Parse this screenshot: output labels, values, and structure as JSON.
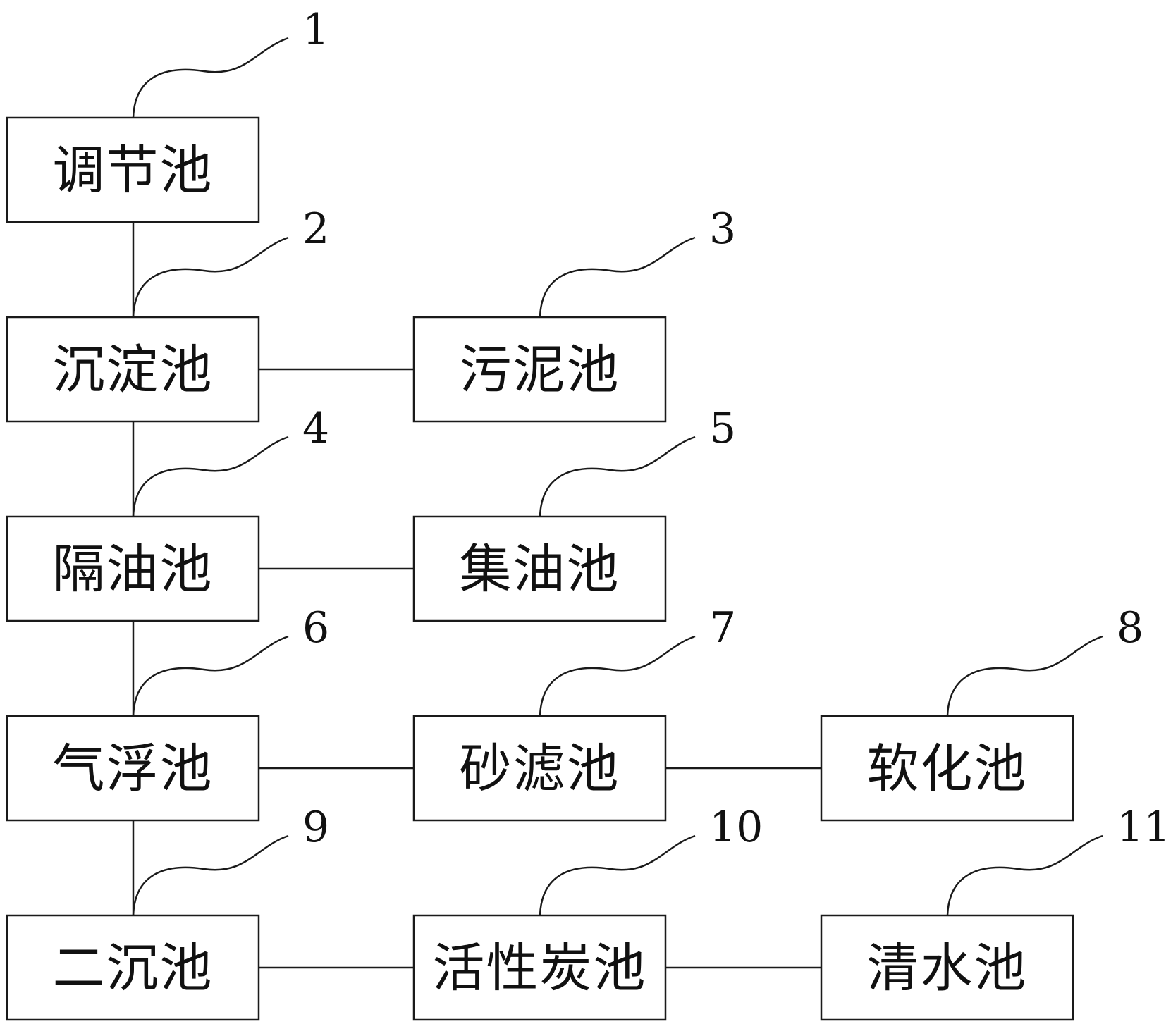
{
  "diagram": {
    "units": [
      {
        "id": 1,
        "number": "1",
        "label": "调节池"
      },
      {
        "id": 2,
        "number": "2",
        "label": "沉淀池"
      },
      {
        "id": 3,
        "number": "3",
        "label": "污泥池"
      },
      {
        "id": 4,
        "number": "4",
        "label": "隔油池"
      },
      {
        "id": 5,
        "number": "5",
        "label": "集油池"
      },
      {
        "id": 6,
        "number": "6",
        "label": "气浮池"
      },
      {
        "id": 7,
        "number": "7",
        "label": "砂滤池"
      },
      {
        "id": 8,
        "number": "8",
        "label": "软化池"
      },
      {
        "id": 9,
        "number": "9",
        "label": "二沉池"
      },
      {
        "id": 10,
        "number": "10",
        "label": "活性炭池"
      },
      {
        "id": 11,
        "number": "11",
        "label": "清水池"
      }
    ],
    "connections": [
      [
        1,
        2
      ],
      [
        2,
        4
      ],
      [
        4,
        6
      ],
      [
        6,
        9
      ],
      [
        2,
        3
      ],
      [
        4,
        5
      ],
      [
        6,
        7
      ],
      [
        7,
        8
      ],
      [
        9,
        10
      ],
      [
        10,
        11
      ]
    ]
  }
}
